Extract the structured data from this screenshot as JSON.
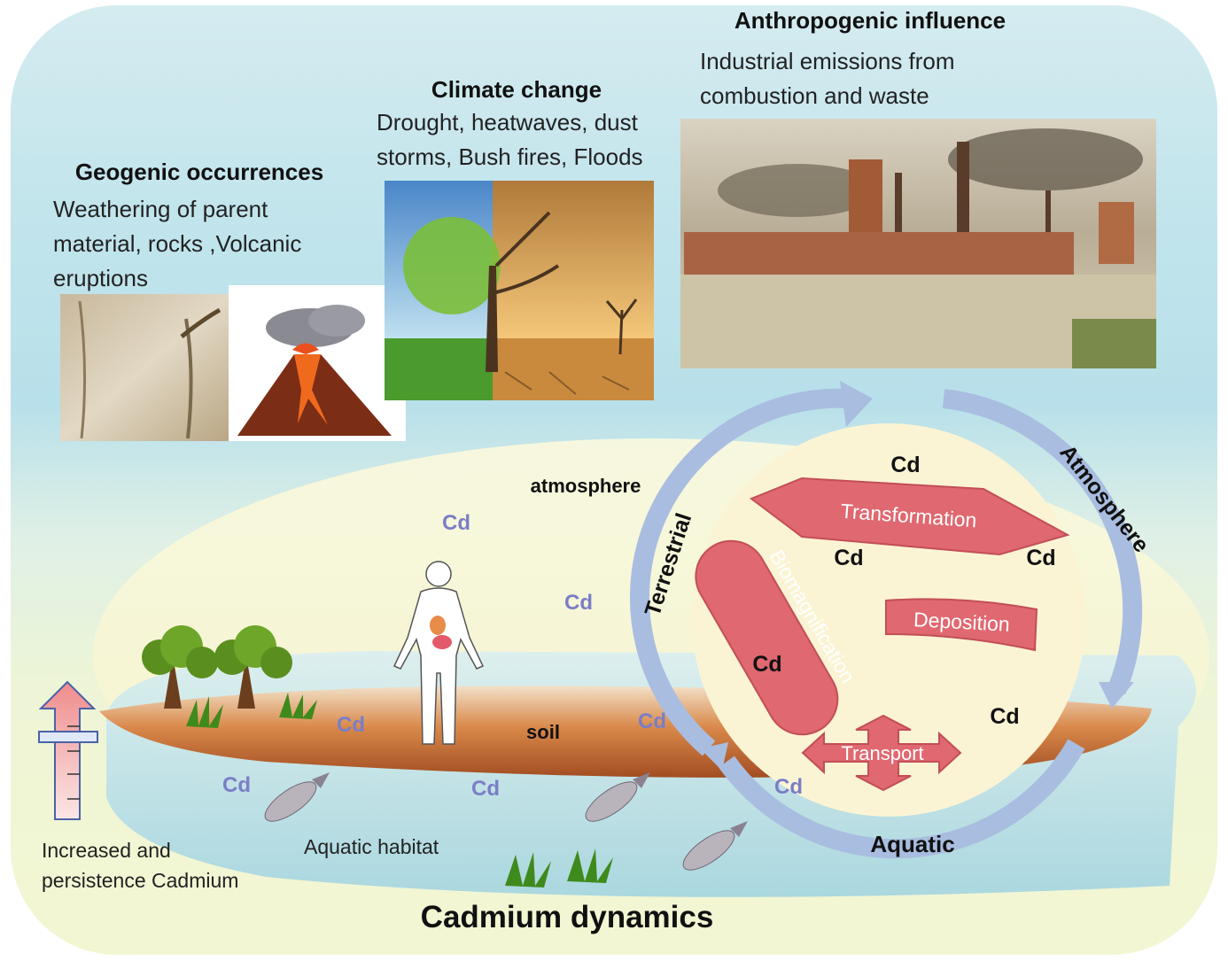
{
  "title": "Cadmium dynamics",
  "sections": {
    "geogenic": {
      "heading": "Geogenic occurrences",
      "text_lines": [
        "Weathering of parent",
        "material, rocks ,Volcanic",
        "eruptions"
      ]
    },
    "climate": {
      "heading": "Climate change",
      "text_lines": [
        "Drought, heatwaves, dust",
        "storms, Bush fires, Floods"
      ]
    },
    "anthropogenic": {
      "heading": "Anthropogenic influence",
      "text_lines": [
        "Industrial emissions from",
        "combustion and waste"
      ]
    }
  },
  "landscape": {
    "atmosphere_label": "atmosphere",
    "soil_label": "soil",
    "aquatic_label": "Aquatic habitat",
    "cd_label": "Cd"
  },
  "cycle": {
    "terrestrial": "Terrestrial",
    "atmosphere": "Atmosphere",
    "aquatic": "Aquatic",
    "processes": {
      "transformation": "Transformation",
      "biomagnification": "Biomagnification",
      "deposition": "Deposition",
      "transport": "Transport"
    }
  },
  "indicator": {
    "text_lines": [
      "Increased and",
      "persistence Cadmium"
    ]
  },
  "colors": {
    "process_fill": "#e06870",
    "cycle_arrow": "#a9bde0",
    "cd_blue": "#7a7ec7",
    "soil": "#b5582a"
  }
}
